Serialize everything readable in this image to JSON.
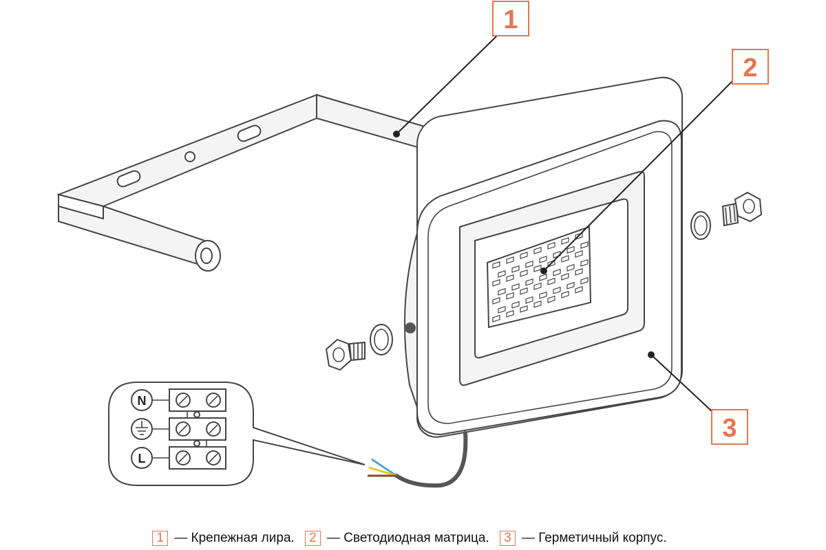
{
  "callouts": [
    {
      "number": "1"
    },
    {
      "number": "2"
    },
    {
      "number": "3"
    }
  ],
  "terminals": {
    "neutral": "N",
    "live": "L"
  },
  "legend": [
    {
      "number": "1",
      "dash": "—",
      "text": "Крепежная лира."
    },
    {
      "number": "2",
      "dash": "—",
      "text": "Светодиодная матрица."
    },
    {
      "number": "3",
      "dash": "—",
      "text": "Герметичный корпус."
    }
  ],
  "colors": {
    "accent": "#e8744f",
    "outline": "#444444",
    "fill": "#f4f4f4",
    "wire_blue": "#4fa3d9",
    "wire_yellow": "#e6c820",
    "wire_brown": "#8a4a20",
    "cable": "#555555"
  }
}
